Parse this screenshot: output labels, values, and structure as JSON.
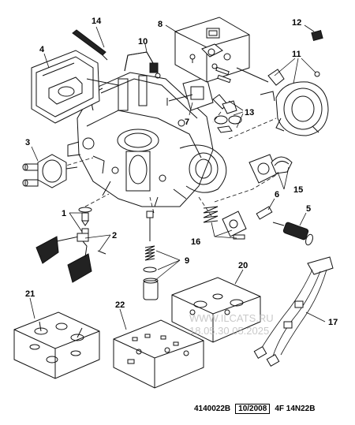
{
  "callouts": {
    "c1": "1",
    "c2": "2",
    "c3": "3",
    "c4": "4",
    "c5": "5",
    "c6": "6",
    "c7": "7",
    "c8": "8",
    "c9": "9",
    "c10": "10",
    "c11": "11",
    "c12": "12",
    "c13": "13",
    "c14": "14",
    "c15": "15",
    "c16": "16",
    "c17": "17",
    "c20": "20",
    "c21": "21",
    "c22": "22"
  },
  "watermark": {
    "line1": "WWW.ILCATS.RU",
    "line2": "18.05.30.05.2025"
  },
  "footer": {
    "code": "4140022B",
    "date": "10/2008",
    "ref": "4F 14N22B"
  }
}
